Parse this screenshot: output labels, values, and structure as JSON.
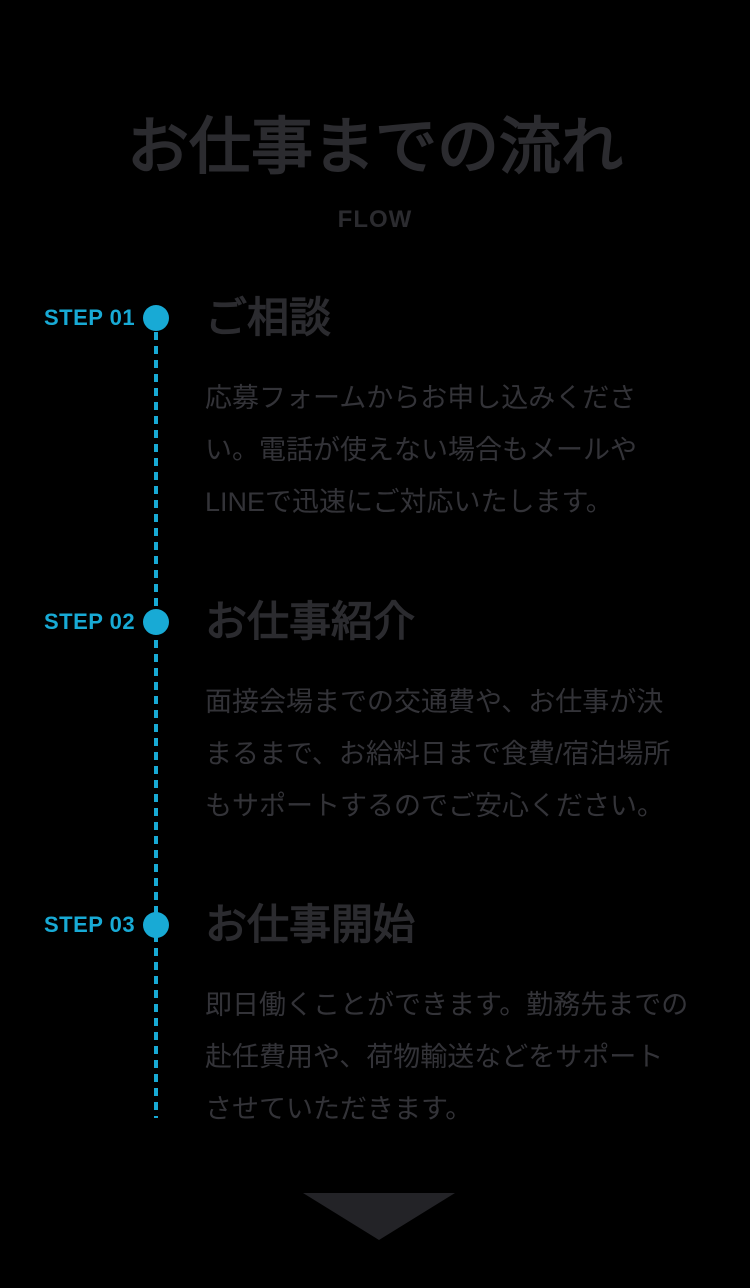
{
  "header": {
    "title": "お仕事までの流れ",
    "subtitle": "FLOW"
  },
  "steps": [
    {
      "label": "STEP 01",
      "heading": "ご相談",
      "description": "応募フォームからお申し込みください。電話が使えない場合もメールやLINEで迅速にご対応いたします。",
      "lines": [
        "応募フォームからお申し込みくださ",
        "い。電話が使えない場合もメールや",
        "LINEで迅速にご対応いたします。"
      ]
    },
    {
      "label": "STEP 02",
      "heading": "お仕事紹介",
      "description": "面接会場までの交通費や、お仕事が決まるまで、お給料日まで食費/宿泊場所もサポートするのでご安心ください。",
      "lines": [
        "面接会場までの交通費や、お仕事が決",
        "まるまで、お給料日まで食費/宿泊場所",
        "もサポートするのでご安心ください。"
      ]
    },
    {
      "label": "STEP 03",
      "heading": "お仕事開始",
      "description": "即日働くことができます。勤務先までの赴任費用や、荷物輸送などをサポートさせていただきます。",
      "lines": [
        "即日働くことができます。勤務先までの",
        "赴任費用や、荷物輸送などをサポート",
        "させていただきます。"
      ]
    }
  ],
  "icons": {
    "scroll_down": "down-triangle"
  },
  "colors": {
    "background": "#000000",
    "accent": "#18aad5",
    "heading_text": "#2b2b2f",
    "body_text": "#333338",
    "arrow": "#232327"
  }
}
